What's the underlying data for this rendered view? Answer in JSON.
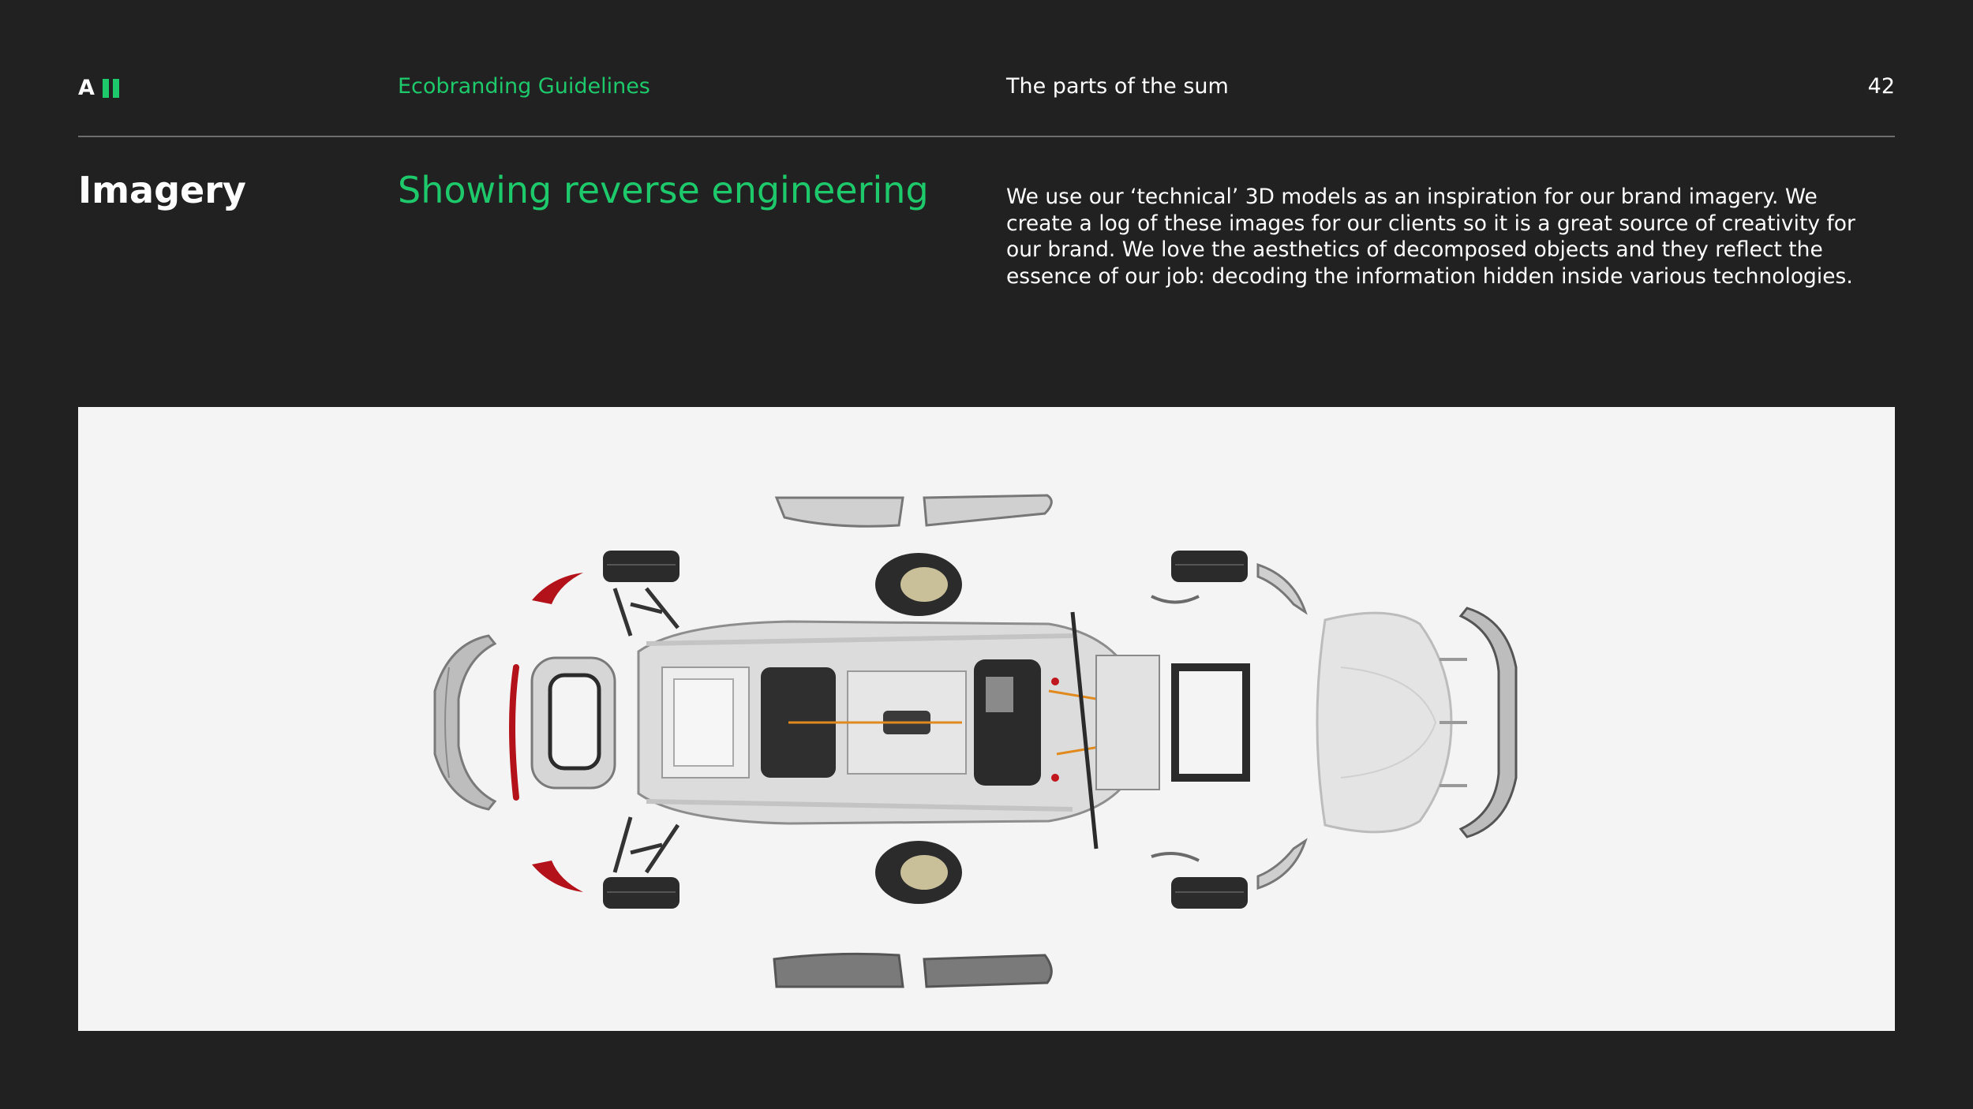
{
  "header": {
    "logo_text": "A",
    "brand_label": "Ecobranding Guidelines",
    "section_label": "The parts of the sum",
    "page_number": "42"
  },
  "content": {
    "heading": "Imagery",
    "subheading": "Showing reverse engineering",
    "description": "We use our ‘technical’ 3D models as an inspiration for our brand imagery. We create a log of these images for our clients so it is a great source of creativity for our brand. We love the aesthetics of decomposed objects and they reflect the essence of our job: decoding the information hidden inside various technologies."
  },
  "image": {
    "subject": "exploded-car-model",
    "colors": {
      "background": "#f4f4f4",
      "accent_red": "#b3121a",
      "body": "#d9d9d9",
      "tyre": "#2b2b2b",
      "wire": "#e08a1e"
    }
  },
  "colors": {
    "page_background": "#212121",
    "brand_green": "#1ec96b",
    "text": "#ffffff",
    "rule": "#6e6e6e"
  }
}
